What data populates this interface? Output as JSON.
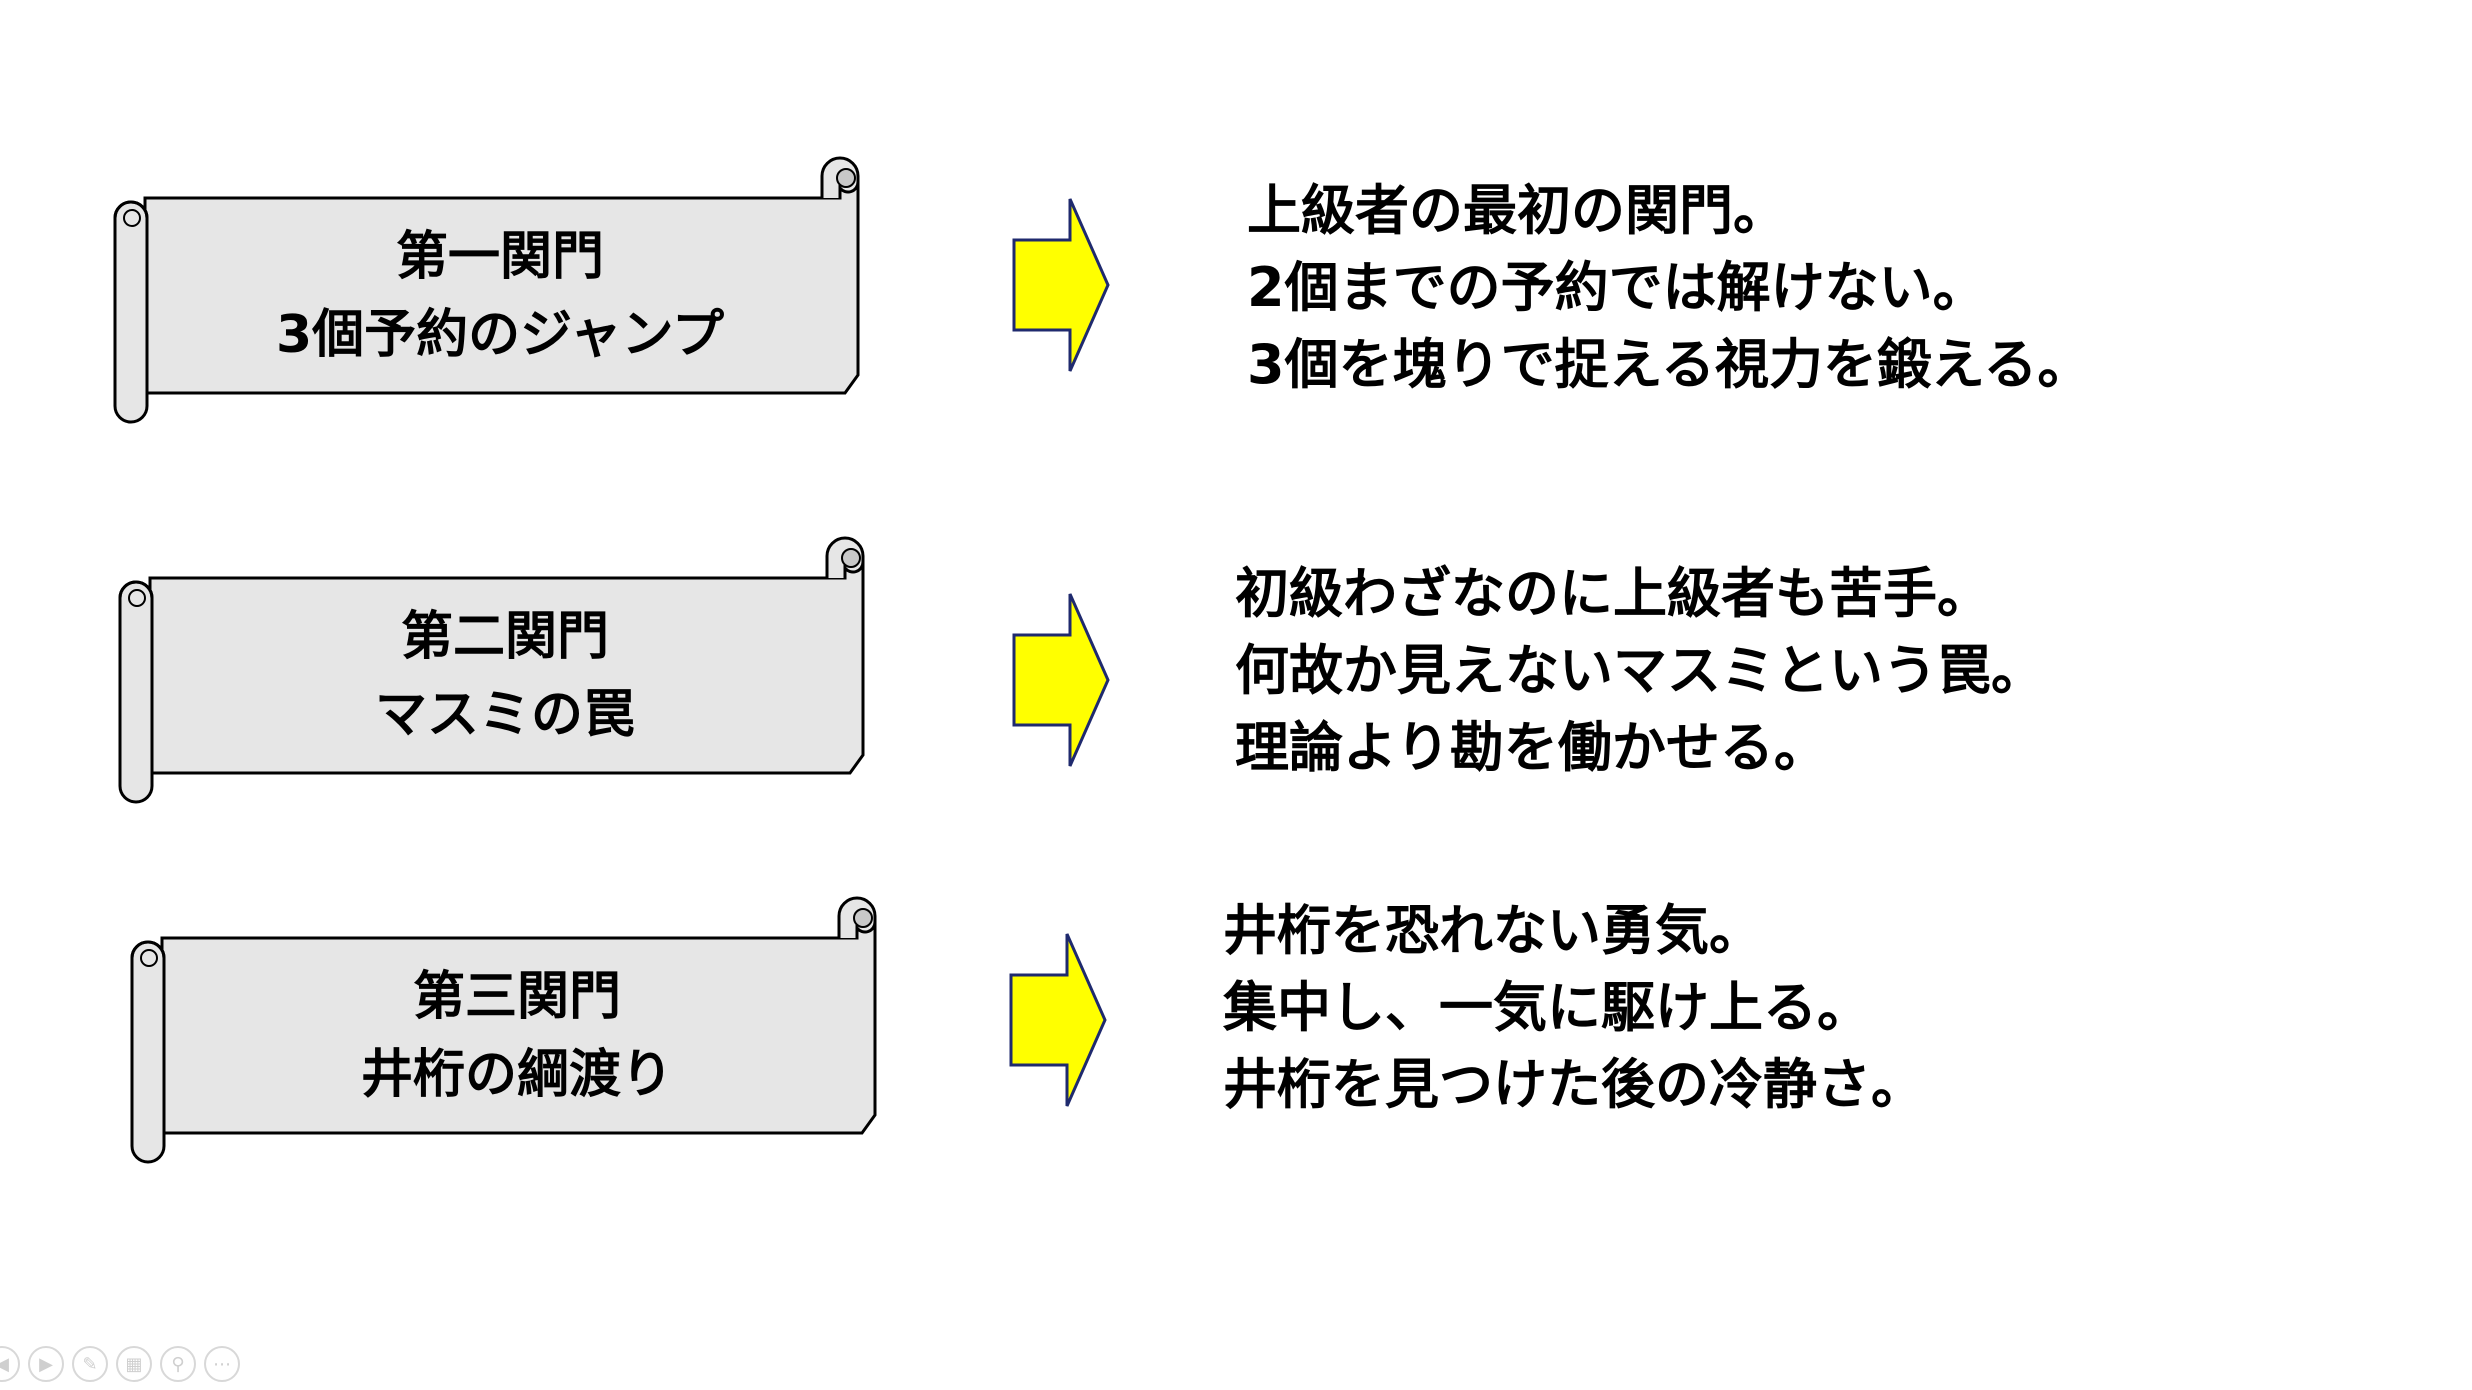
{
  "gates": [
    {
      "title": "第一関門",
      "subtitle": "3個予約のジャンプ",
      "lines": [
        "上級者の最初の関門。",
        "2個までの予約では解けない。",
        "3個を塊りで捉える視力を鍛える。"
      ]
    },
    {
      "title": "第二関門",
      "subtitle": "マスミの罠",
      "lines": [
        "初級わざなのに上級者も苦手。",
        "何故か見えないマスミという罠。",
        "理論より勘を働かせる。"
      ]
    },
    {
      "title": "第三関門",
      "subtitle": "井桁の綱渡り",
      "lines": [
        "井桁を恐れない勇気。",
        "集中し、一気に駆け上る。",
        "井桁を見つけた後の冷静さ。"
      ]
    }
  ],
  "colors": {
    "scroll_fill": "#e6e6e6",
    "scroll_stroke": "#000000",
    "arrow_fill": "#ffff00",
    "arrow_stroke": "#1f2a6e"
  },
  "toolbar": {
    "icons": [
      "previous-icon",
      "next-icon",
      "pen-icon",
      "slides-icon",
      "zoom-icon",
      "more-icon"
    ]
  }
}
